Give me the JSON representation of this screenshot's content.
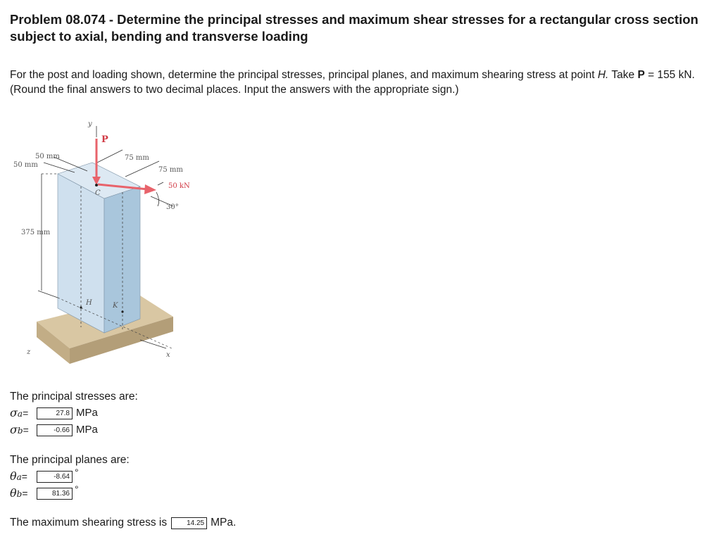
{
  "problem": {
    "title": "Problem 08.074 - Determine the principal stresses and maximum shear stresses for a rectangular cross section subject to axial, bending and transverse loading",
    "prompt_part1": "For the post and loading shown, determine the principal stresses, principal planes, and maximum shearing stress at point ",
    "point": "H.",
    "prompt_part2": " Take ",
    "load_symbol": "P",
    "prompt_part3": " = 155 kN. (Round the final answers to two decimal places. Input the answers with the appropriate sign.)"
  },
  "figure": {
    "labels": {
      "y": "y",
      "p": "P",
      "dim_50_top": "50 mm",
      "dim_50_left": "50 mm",
      "dim_75_top": "75 mm",
      "dim_75_right": "75 mm",
      "force": "50 kN",
      "angle": "30°",
      "height": "375 mm",
      "c": "C",
      "h": "H",
      "k": "K",
      "z": "z",
      "x": "x"
    },
    "colors": {
      "arrow": "#e8636b",
      "post_front": "#cfe0ee",
      "post_side": "#a9c6dc",
      "base": "#d9c7a3"
    }
  },
  "stresses": {
    "heading": "The principal stresses are:",
    "sigma_a_sym": "σ",
    "sigma_a_sub": "a",
    "sigma_a": "27.8",
    "sigma_b_sym": "σ",
    "sigma_b_sub": "b",
    "sigma_b": "-0.66",
    "unit": "MPa"
  },
  "planes": {
    "heading": "The principal planes are:",
    "theta_a_sym": "θ",
    "theta_a_sub": "a",
    "theta_a": "-8.64",
    "theta_b_sym": "θ",
    "theta_b_sub": "b",
    "theta_b": "81.36",
    "unit": "°"
  },
  "shear": {
    "label": "The maximum shearing stress is",
    "value": "14.25",
    "unit": "MPa."
  },
  "eq": "="
}
